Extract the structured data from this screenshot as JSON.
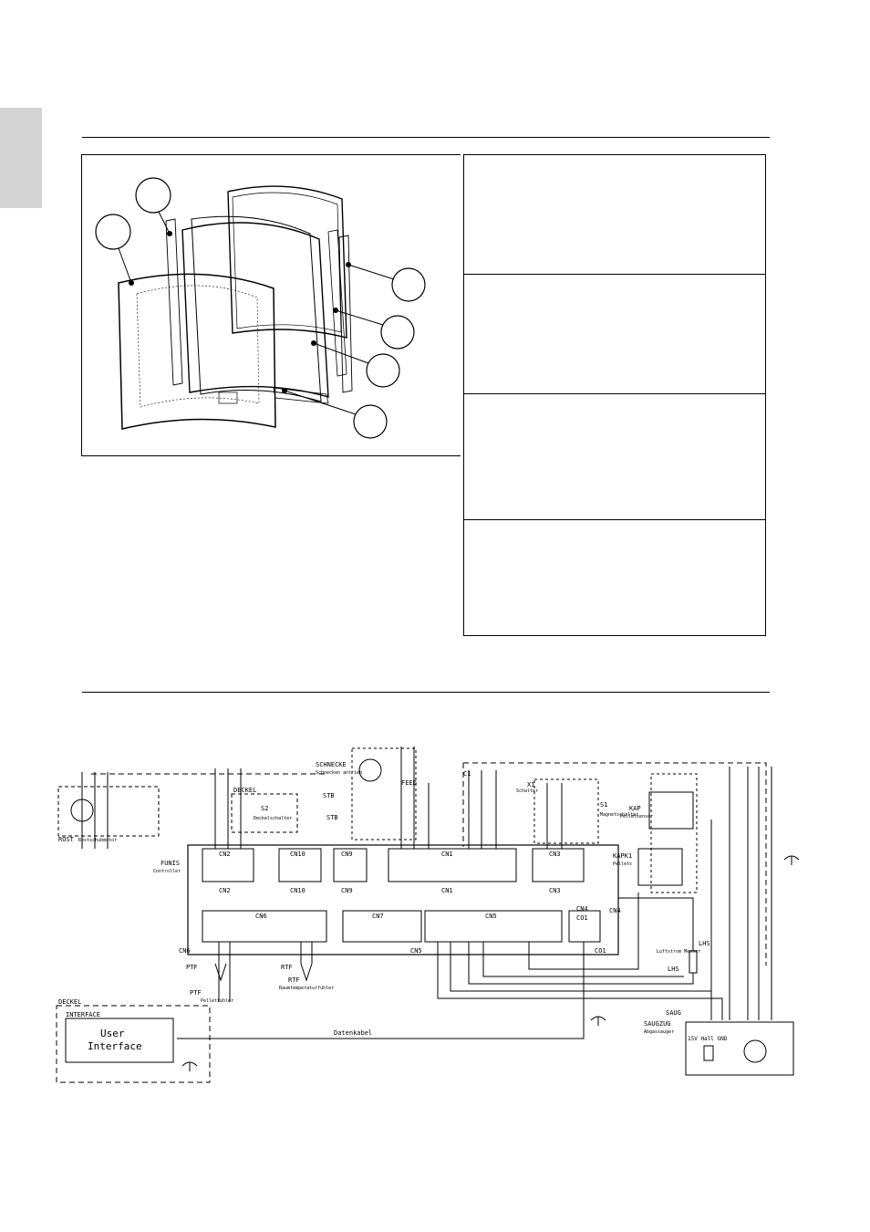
{
  "exploded_view": {
    "callouts": [
      "",
      "",
      "",
      "",
      "",
      ""
    ]
  },
  "schematic": {
    "components": {
      "rost": "ROST",
      "rost_sub": "Rostschubmotor",
      "deckel": "DECKEL",
      "s2": "S2",
      "s2_sub": "Deckelschalter",
      "schnecke": "SCHNECKE",
      "schnecke_sub": "Schnecken antrieb",
      "stb": "STB",
      "feed": "FEED",
      "c1": "C1",
      "x1": "X1",
      "x1_sub": "Schalter",
      "s1": "S1",
      "s1_sub": "Magnetschalter",
      "kap": "KAP",
      "kap_sub": "Pelletsensor",
      "kapk1": "KAPK1",
      "kapk1_sub": "Pellets",
      "funis": "FUNIS",
      "funis_sub": "Controller",
      "cn4": "CN4",
      "co1": "CO1",
      "lhs": "LHS",
      "lhs_sub": "Luftstrom Messer",
      "ptf": "PTF",
      "ptf_sub": "Pelletfühler",
      "rtf": "RTF",
      "rtf_sub": "Raumtemperaturfühler",
      "saug": "SAUG",
      "saug_sub": "SAUGZUG",
      "saug_desc": "Abgassauger",
      "saug_pins": "15V Hall GND",
      "interface_box": "DECKEL",
      "interface": "INTERFACE",
      "ui_line1": "User",
      "ui_line2": "Interface",
      "datenkabel": "Datenkabel"
    },
    "top_connectors": [
      "CN2",
      "CN10",
      "CN9",
      "CN1",
      "CN3"
    ],
    "top_connector_bottom": [
      "CN2",
      "CN10",
      "CN9",
      "CN1",
      "CN3"
    ],
    "bottom_connectors": [
      "CN6",
      "CN7",
      "CN5"
    ],
    "side_labels": [
      "CN6",
      "CN5"
    ]
  }
}
